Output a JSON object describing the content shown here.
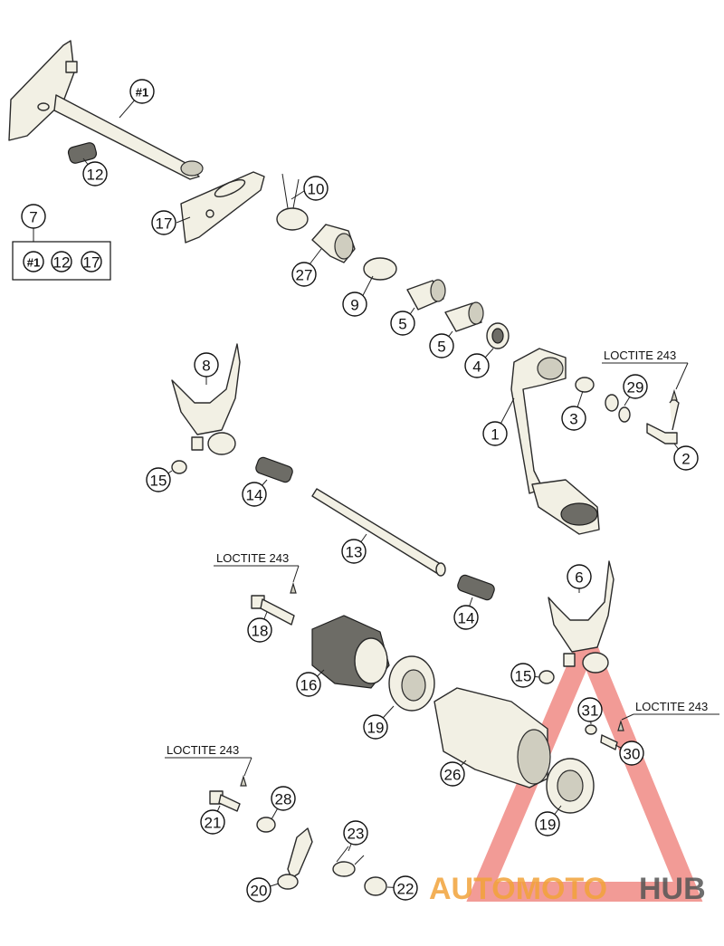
{
  "callouts": [
    {
      "label": "#1"
    },
    {
      "label": "12"
    },
    {
      "label": "7"
    },
    {
      "label": "#1"
    },
    {
      "label": "12"
    },
    {
      "label": "17"
    },
    {
      "label": "17"
    },
    {
      "label": "10"
    },
    {
      "label": "27"
    },
    {
      "label": "9"
    },
    {
      "label": "5"
    },
    {
      "label": "5"
    },
    {
      "label": "4"
    },
    {
      "label": "8"
    },
    {
      "label": "1"
    },
    {
      "label": "3"
    },
    {
      "label": "29"
    },
    {
      "label": "2"
    },
    {
      "label": "15"
    },
    {
      "label": "14"
    },
    {
      "label": "13"
    },
    {
      "label": "14"
    },
    {
      "label": "6"
    },
    {
      "label": "18"
    },
    {
      "label": "16"
    },
    {
      "label": "15"
    },
    {
      "label": "19"
    },
    {
      "label": "31"
    },
    {
      "label": "30"
    },
    {
      "label": "26"
    },
    {
      "label": "19"
    },
    {
      "label": "21"
    },
    {
      "label": "28"
    },
    {
      "label": "23"
    },
    {
      "label": "20"
    },
    {
      "label": "22"
    }
  ],
  "loctite_labels": [
    "LOCTITE 243",
    "LOCTITE 243",
    "LOCTITE 243",
    "LOCTITE 243"
  ],
  "watermark": {
    "part1": "AUTOMOTO",
    "part2": "HUB",
    "colors": {
      "orange": "#f2a33a",
      "red": "#e8483f",
      "gray": "#555555"
    }
  }
}
